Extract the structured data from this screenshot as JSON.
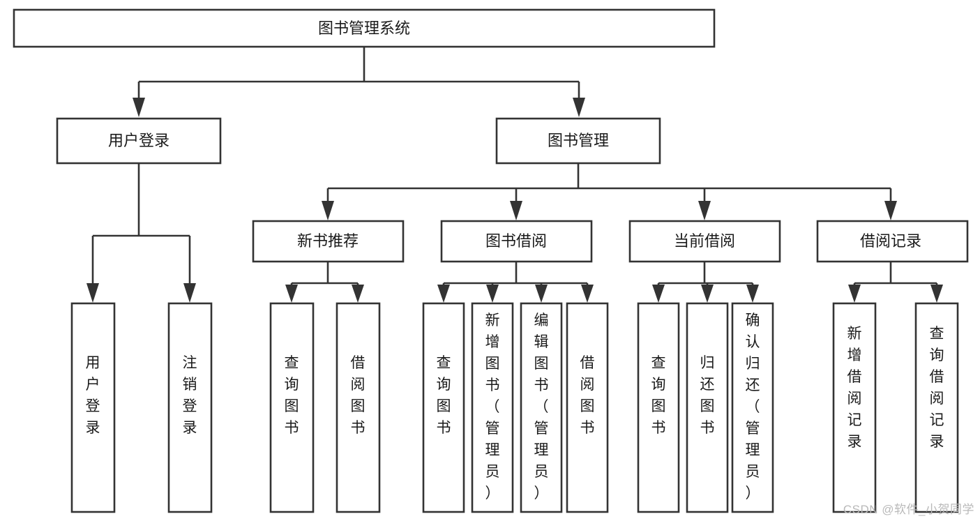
{
  "diagram": {
    "type": "tree-hierarchy-chart",
    "title": "图书管理系统",
    "watermark": "CSDN @软件_小贺同学",
    "levels": 3,
    "orientation": "top-down",
    "nodes": {
      "root": {
        "label": "图书管理系统",
        "level": 0
      },
      "branch_user_login": {
        "label": "用户登录",
        "level": 1
      },
      "branch_book_manage": {
        "label": "图书管理",
        "level": 1
      },
      "mid_new_book": {
        "label": "新书推荐",
        "level": 2
      },
      "mid_borrow": {
        "label": "图书借阅",
        "level": 2
      },
      "mid_current": {
        "label": "当前借阅",
        "level": 2
      },
      "mid_record": {
        "label": "借阅记录",
        "level": 2
      }
    },
    "leaves": {
      "user_login": [
        {
          "label": "用户登录"
        },
        {
          "label": "注销登录"
        }
      ],
      "new_book": [
        {
          "label": "查询图书"
        },
        {
          "label": "借阅图书"
        }
      ],
      "borrow": [
        {
          "label": "查询图书"
        },
        {
          "label": "新增图书（管理员）"
        },
        {
          "label": "编辑图书（管理员）"
        },
        {
          "label": "借阅图书"
        }
      ],
      "current": [
        {
          "label": "查询图书"
        },
        {
          "label": "归还图书"
        },
        {
          "label": "确认归还（管理员）"
        }
      ],
      "record": [
        {
          "label": "新增借阅记录"
        },
        {
          "label": "查询借阅记录"
        }
      ]
    },
    "colors": {
      "background": "#ffffff",
      "box_fill": "#ffffff",
      "box_stroke": "#333333",
      "text": "#1a1a1a",
      "watermark": "#b9b9b9"
    }
  }
}
